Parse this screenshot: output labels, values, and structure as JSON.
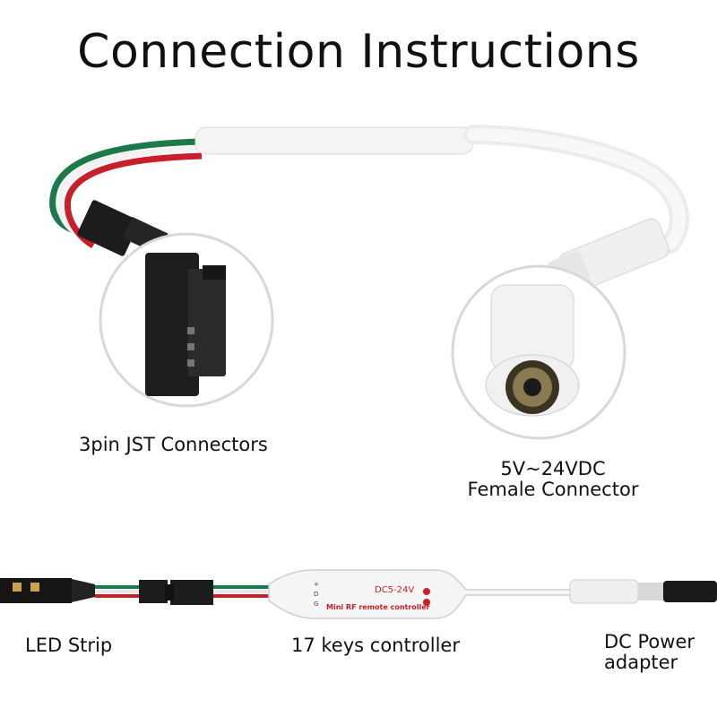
{
  "title": "Connection Instructions",
  "labels": {
    "jst": "3pin JST Connectors",
    "female_line1": "5V~24VDC",
    "female_line2": "Female Connector",
    "led_strip": "LED Strip",
    "controller": "17 keys controller",
    "dc_line1": "DC Power",
    "dc_line2": "adapter"
  },
  "controller_text": {
    "voltage": "DC5-24V",
    "model": "Mini RF remote controller",
    "pin_plus": "+",
    "pin_d": "D",
    "pin_g": "G"
  }
}
